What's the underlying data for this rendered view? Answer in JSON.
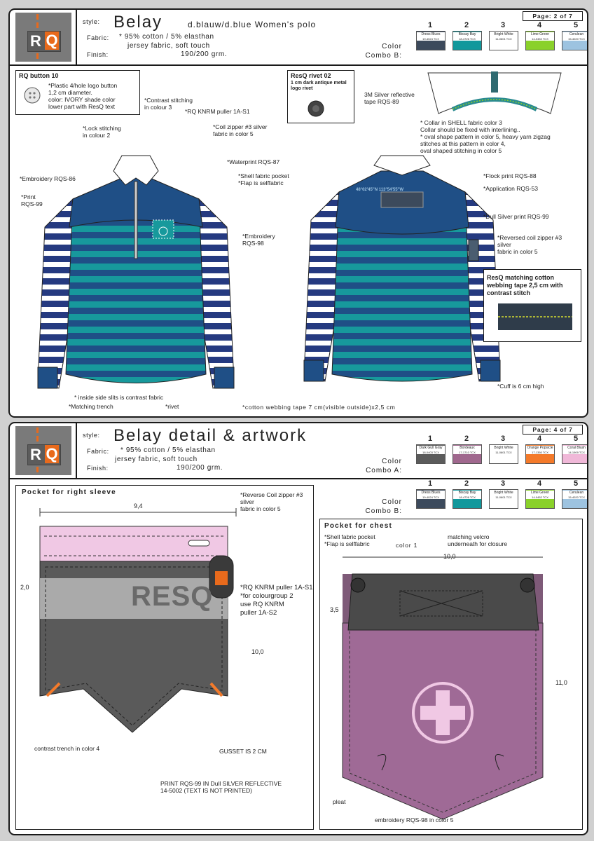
{
  "sheet1": {
    "style_label": "style:",
    "fabric_label": "Fabric:",
    "finish_label": "Finish:",
    "title": "Belay",
    "subtitle": "d.blauw/d.blue Women's polo",
    "fabric_line1": "* 95% cotton / 5% elasthan",
    "fabric_line2": "jersey fabric, soft touch",
    "weight": "190/200 grm.",
    "page": "Page: 2 of 7",
    "color_label": "Color",
    "combo_label": "Combo B:",
    "swatches": [
      {
        "num": "1",
        "name": "Dress Blues",
        "code": "19-4024 TCX",
        "color": "#3c4a5c"
      },
      {
        "num": "2",
        "name": "Biscay Bay",
        "code": "18-4726 TCX",
        "color": "#12989c"
      },
      {
        "num": "3",
        "name": "Bright White",
        "code": "11-0601 TCX",
        "color": "#ffffff"
      },
      {
        "num": "4",
        "name": "Lime Green",
        "code": "14-0452 TCX",
        "color": "#8ad12a"
      },
      {
        "num": "5",
        "name": "Cerulean",
        "code": "15-4020 TCX",
        "color": "#9dc3e0"
      }
    ],
    "button_box": {
      "title": "RQ button 10",
      "text": "*Plastic 4/hole logo button\n1,2 cm diameter.\ncolor: IVORY shade color\nlower part with ResQ text"
    },
    "rivet_box": {
      "title": "ResQ rivet 02",
      "text": "1 cm dark antique metal\nlogo rivet"
    },
    "webbing_box": {
      "title": "ResQ matching cotton webbing tape 2,5 cm with contrast stitch"
    },
    "notes": {
      "contrast_stitching": "*Contrast stitching\nin colour 3",
      "knrm_puller": "*RQ KNRM puller 1A-S1",
      "lock_stitching": "*Lock stitching\nin colour 2",
      "coil_zipper": "*Coil zipper #3 silver\nfabric in color 5",
      "waterprint": "*Waterprint RQS-87",
      "embroidery86": "*Embroidery RQS-86",
      "shell_pocket": "*Shell fabric pocket\n*Flap is selffabric",
      "print99": "*Print\nRQS-99",
      "embroidery98": "*Embroidery\nRQS-98",
      "side_slits": "* inside side slits is contrast fabric",
      "matching_trench": "*Matching trench",
      "rivet": "*rivet",
      "webbing_tape": "*cotton webbing tape 7 cm(visible outside)x2,5 cm",
      "reflective_tape": "3M Silver reflective\ntape RQS-89",
      "collar": "* Collar in SHELL fabric color 3\nCollar should be fixed with interlining..\n* oval shape pattern in color 5, heavy yarn zigzag\nstitches at this pattern in color 4,\noval shaped stitching in color 5",
      "flock_print": "*Flock print RQS-88",
      "application": "*Application RQS-53",
      "dull_silver": "*Dull Silver print RQS-99",
      "reversed_zipper": "*Reversed coil zipper #3\nsilver\nfabric in color 5",
      "cuff": "*Cuff is 6 cm high"
    },
    "back_print_coords": "48°02'45\"N 113°54'55\"W"
  },
  "sheet2": {
    "style_label": "style:",
    "fabric_label": "Fabric:",
    "finish_label": "Finish:",
    "title": "Belay detail & artwork",
    "fabric_line1": "* 95% cotton / 5% elasthan",
    "fabric_line2": "jersey fabric, soft touch",
    "weight": "190/200 grm.",
    "page": "Page: 4 of 7",
    "color_label": "Color",
    "combo_a_label": "Combo A:",
    "combo_b_label": "Combo B:",
    "swatches_a": [
      {
        "num": "1",
        "name": "Dark Gull Gray",
        "code": "18-0403 TCX",
        "color": "#5b5b5b"
      },
      {
        "num": "2",
        "name": "Bordeaux",
        "code": "17-1710 TCX",
        "color": "#a0688e"
      },
      {
        "num": "3",
        "name": "Bright White",
        "code": "11-0601 TCX",
        "color": "#ffffff"
      },
      {
        "num": "4",
        "name": "Orange Popsicle",
        "code": "17-1350 TCX",
        "color": "#f47a2a"
      },
      {
        "num": "5",
        "name": "Coral Blush",
        "code": "14-1909 TCX",
        "color": "#f0b8d8"
      }
    ],
    "swatches_b": [
      {
        "num": "1",
        "name": "Dress Blues",
        "code": "19-4024 TCX",
        "color": "#3c4a5c"
      },
      {
        "num": "2",
        "name": "Biscay Bay",
        "code": "18-4726 TCX",
        "color": "#12989c"
      },
      {
        "num": "3",
        "name": "Bright White",
        "code": "11-0601 TCX",
        "color": "#ffffff"
      },
      {
        "num": "4",
        "name": "Lime Green",
        "code": "14-0452 TCX",
        "color": "#8ad12a"
      },
      {
        "num": "5",
        "name": "Cerulean",
        "code": "15-4020 TCX",
        "color": "#9dc3e0"
      }
    ],
    "sleeve_pocket": {
      "title": "Pocket for right sleeve",
      "width": "9,4",
      "dim_left": "2,0",
      "dim_height": "10,0",
      "logo_text": "RESQ",
      "notes": {
        "reverse_zipper": "*Reverse Coil zipper #3\nsilver\nfabric in color 5",
        "knrm_puller": "*RQ KNRM puller 1A-S1\n*for colourgroup 2\nuse RQ KNRM\npuller 1A-S2",
        "contrast_trench": "contrast trench in color 4",
        "gusset": "GUSSET IS 2 CM",
        "print": "PRINT RQS-99 IN Dull SILVER REFLECTIVE\n14-5002 (TEXT IS NOT PRINTED)"
      }
    },
    "chest_pocket": {
      "title": "Pocket for chest",
      "width": "10,0",
      "dim_flap": "3,5",
      "dim_height": "11,0",
      "notes": {
        "shell": "*Shell fabric pocket\n*Flap is selffabric",
        "color1": "color 1",
        "velcro": "matching velcro\nunderneath for closure",
        "pleat": "pleat",
        "embroidery": "embroidery RQS-98 in color 5"
      }
    }
  }
}
